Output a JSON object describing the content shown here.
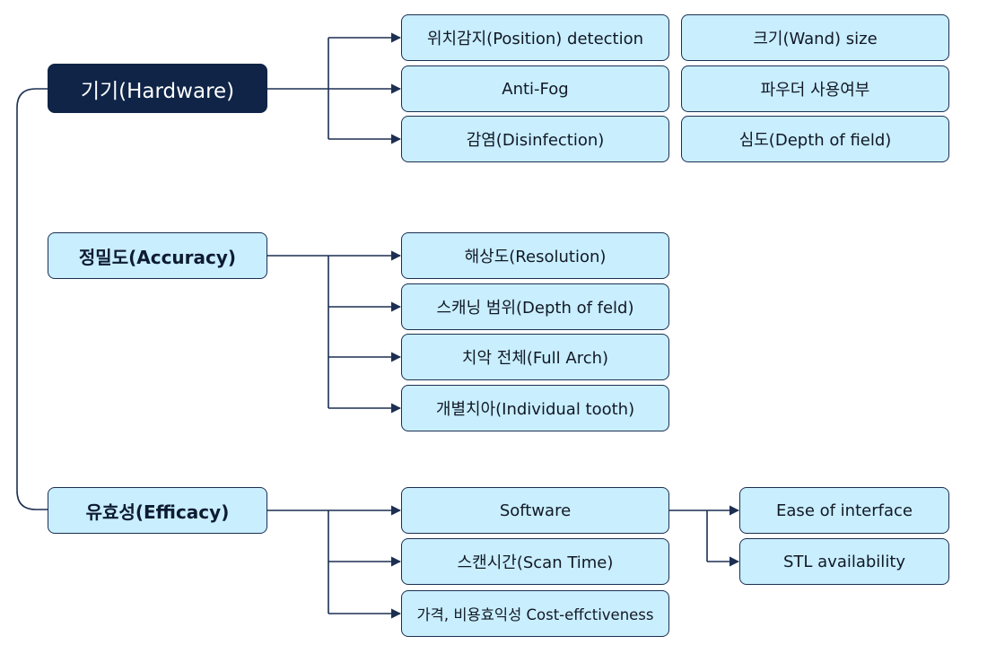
{
  "categories": {
    "hardware": {
      "label": "기기(Hardware)",
      "items": [
        "위치감지(Position) detection",
        "Anti-Fog",
        "감염(Disinfection)",
        "크기(Wand) size",
        "파우더 사용여부",
        "심도(Depth of field)"
      ]
    },
    "accuracy": {
      "label": "정밀도(Accuracy)",
      "items": [
        "해상도(Resolution)",
        "스캐닝 범위(Depth of feld)",
        "치악 전체(Full Arch)",
        "개별치아(Individual tooth)"
      ]
    },
    "efficacy": {
      "label": "유효성(Efficacy)",
      "items": [
        "Software",
        "스캔시간(Scan Time)",
        "가격, 비용효익성 Cost-effctiveness"
      ],
      "software_items": [
        "Ease of interface",
        "STL availability"
      ]
    }
  },
  "colors": {
    "node_fill": "#c9eefd",
    "node_border": "#1c2f52",
    "hardware_fill": "#0f2447",
    "connector": "#1c2f52"
  }
}
